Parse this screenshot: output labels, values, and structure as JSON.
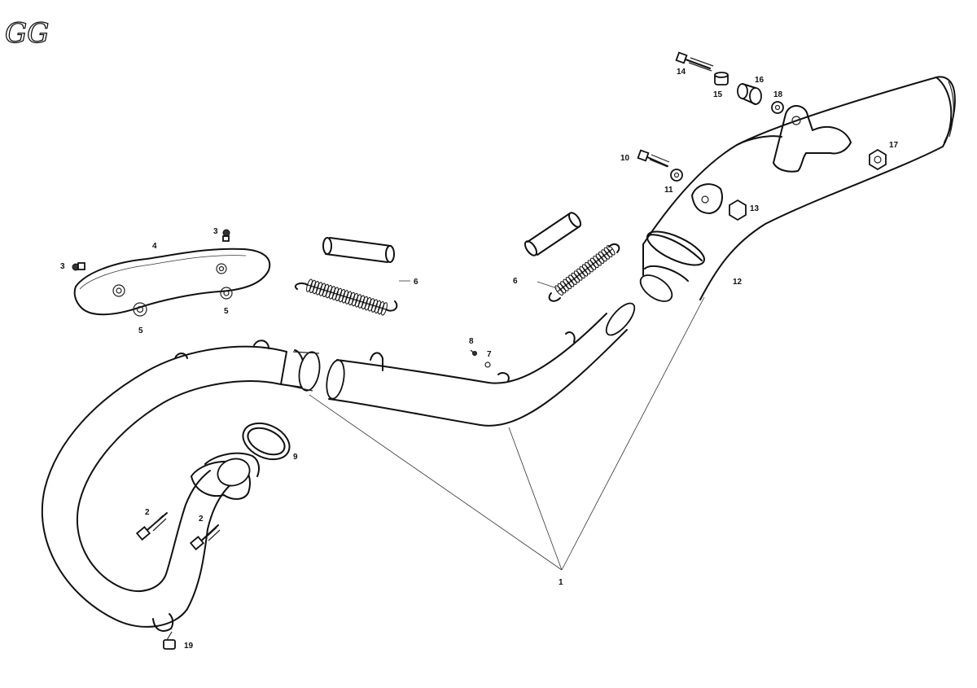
{
  "logo": {
    "text": "GG"
  },
  "callouts": [
    {
      "id": "p1",
      "text": "1"
    },
    {
      "id": "p2a",
      "text": "2"
    },
    {
      "id": "p2b",
      "text": "2"
    },
    {
      "id": "p3a",
      "text": "3"
    },
    {
      "id": "p3b",
      "text": "3"
    },
    {
      "id": "p4",
      "text": "4"
    },
    {
      "id": "p5a",
      "text": "5"
    },
    {
      "id": "p5b",
      "text": "5"
    },
    {
      "id": "p6a",
      "text": "6"
    },
    {
      "id": "p6b",
      "text": "6"
    },
    {
      "id": "p7",
      "text": "7"
    },
    {
      "id": "p8",
      "text": "8"
    },
    {
      "id": "p9",
      "text": "9"
    },
    {
      "id": "p10",
      "text": "10"
    },
    {
      "id": "p11",
      "text": "11"
    },
    {
      "id": "p12",
      "text": "12"
    },
    {
      "id": "p13",
      "text": "13"
    },
    {
      "id": "p14",
      "text": "14"
    },
    {
      "id": "p15",
      "text": "15"
    },
    {
      "id": "p16",
      "text": "16"
    },
    {
      "id": "p17",
      "text": "17"
    },
    {
      "id": "p18",
      "text": "18"
    },
    {
      "id": "p19",
      "text": "19"
    }
  ]
}
